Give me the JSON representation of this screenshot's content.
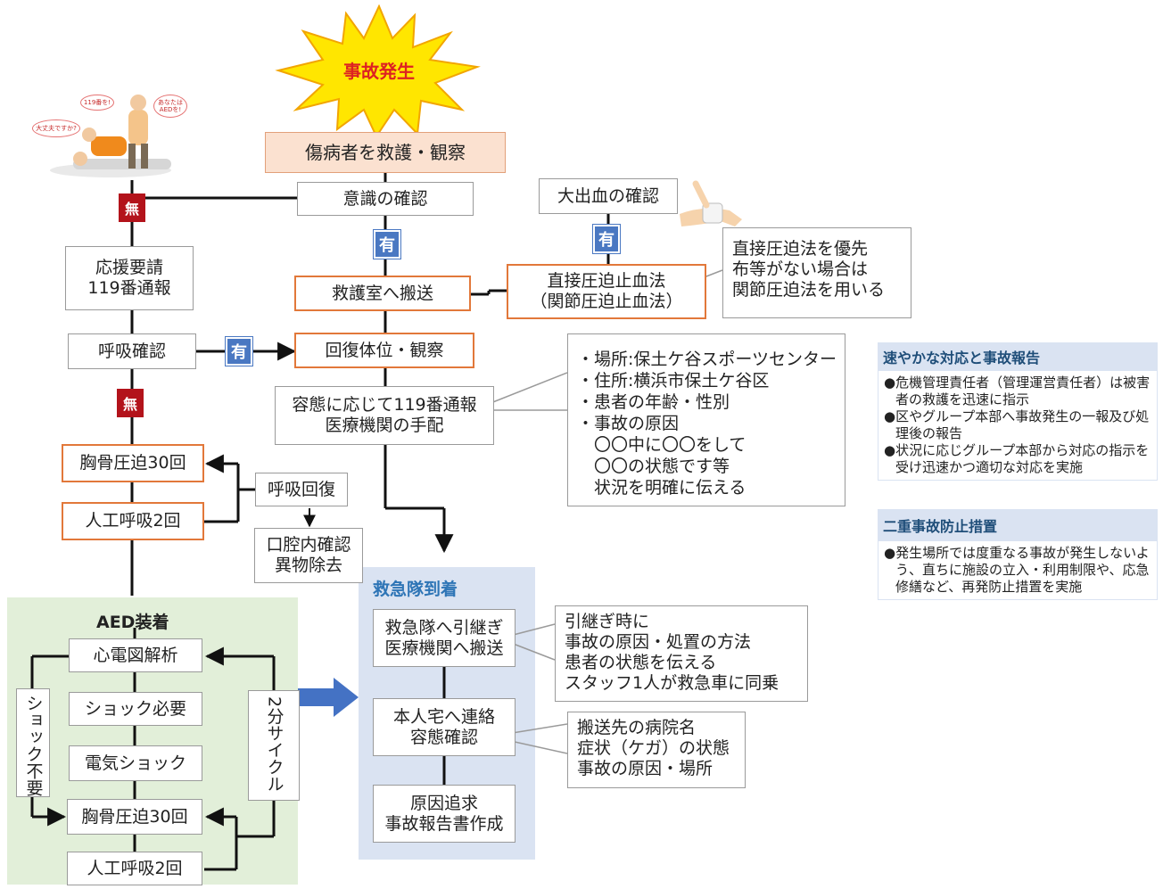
{
  "title": "事故発生",
  "main_flow": {
    "rescue": "傷病者を救護・観察",
    "consciousness": "意識の確認",
    "transport": "救護室へ搬送",
    "recovery": "回復体位・観察",
    "call": "容態に応じて119番通報\n医療機関の手配"
  },
  "left_flow": {
    "support": "応援要請\n119番通報",
    "breath_check": "呼吸確認",
    "compress": "胸骨圧迫30回",
    "ventilate": "人工呼吸2回",
    "breath_recover": "呼吸回復",
    "mouth_check": "口腔内確認\n異物除去"
  },
  "bleed": {
    "check": "大出血の確認",
    "method": "直接圧迫止血法\n（関節圧迫止血法）",
    "note": "直接圧迫法を優先\n布等がない場合は\n関節圧迫法を用いる"
  },
  "tags": {
    "none": "無",
    "yes": "有"
  },
  "report_note": "・場所:保土ケ谷スポーツセンター\n・住所:横浜市保土ケ谷区\n・患者の年齢・性別\n・事故の原因\n　〇〇中に〇〇をして\n　〇〇の状態です等\n　状況を明確に伝える",
  "aed": {
    "title": "AED装着",
    "analysis": "心電図解析",
    "shock_needed": "ショック必要",
    "shock": "電気ショック",
    "compress": "胸骨圧迫30回",
    "ventilate": "人工呼吸2回",
    "no_shock": "ショック不要",
    "cycle": "2分サイクル"
  },
  "ambulance": {
    "title": "救急隊到着",
    "handover": "救急隊へ引継ぎ\n医療機関へ搬送",
    "contact": "本人宅へ連絡\n容態確認",
    "report": "原因追求\n事故報告書作成",
    "handover_note": "引継ぎ時に\n事故の原因・処置の方法\n患者の状態を伝える\nスタッフ1人が救急車に同乗",
    "contact_note": "搬送先の病院名\n症状（ケガ）の状態\n事故の原因・場所"
  },
  "side_panels": [
    {
      "heading": "速やかな対応と事故報告",
      "items": [
        "●危機管理責任者（管理運営責任者）は被害者の救護を迅速に指示",
        "●区やグループ本部へ事故発生の一報及び処理後の報告",
        "●状況に応じグループ本部から対応の指示を受け迅速かつ適切な対応を実施"
      ]
    },
    {
      "heading": "二重事故防止措置",
      "items": [
        "●発生場所では度重なる事故が発生しないよう、直ちに施設の立入・利用制限や、応急修繕など、再発防止措置を実施"
      ]
    }
  ],
  "speech": {
    "call": "119番を!",
    "aed": "あなたは\nAEDを!",
    "ok": "大丈夫ですか?"
  },
  "colors": {
    "orange": "#e2783a",
    "red_tag": "#b3131b",
    "blue_tag": "#4a78c2",
    "aed_bg": "#e2efd9",
    "amb_bg": "#dae3f2"
  }
}
